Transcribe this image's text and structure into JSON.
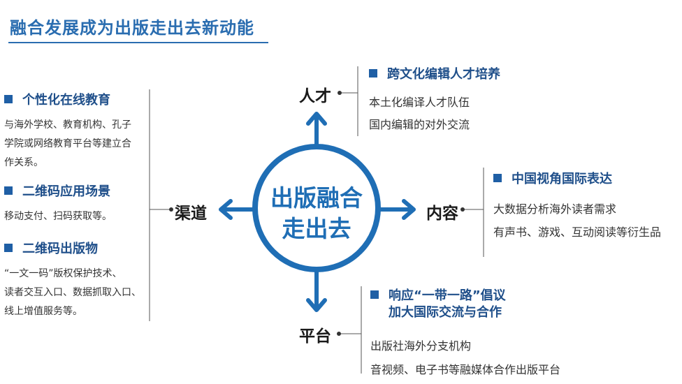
{
  "title": "融合发展成为出版走出去新动能",
  "center": {
    "line1": "出版融合",
    "line2": "走出去"
  },
  "nodes": {
    "top": "人才",
    "right": "内容",
    "bottom": "平台",
    "left": "渠道"
  },
  "talent": {
    "heading": "跨文化编辑人才培养",
    "items": [
      "本土化编译人才队伍",
      "国内编辑的对外交流"
    ]
  },
  "content": {
    "heading": "中国视角国际表达",
    "items": [
      "大数据分析海外读者需求",
      "有声书、游戏、互动阅读等衍生品"
    ]
  },
  "platform": {
    "heading_line1": "响应“一带一路”倡议",
    "heading_line2": "加大国际交流与合作",
    "items": [
      "出版社海外分支机构",
      "音视频、电子书等融媒体合作出版平台"
    ]
  },
  "channels": {
    "sections": [
      {
        "heading": "个性化在线教育",
        "lines": [
          "与海外学校、教育机构、孔子",
          "学院或网络教育平台等建立合",
          "作关系。"
        ]
      },
      {
        "heading": "二维码应用场景",
        "lines": [
          "移动支付、扫码获取等。"
        ]
      },
      {
        "heading": "二维码出版物",
        "lines": [
          "“一文一码”版权保护技术、",
          "读者交互入口、数据抓取入口、",
          "线上增值服务等。"
        ]
      }
    ]
  },
  "colors": {
    "accent": "#1f6eb5",
    "title": "#2a6db0",
    "heading": "#1f4f8a"
  }
}
